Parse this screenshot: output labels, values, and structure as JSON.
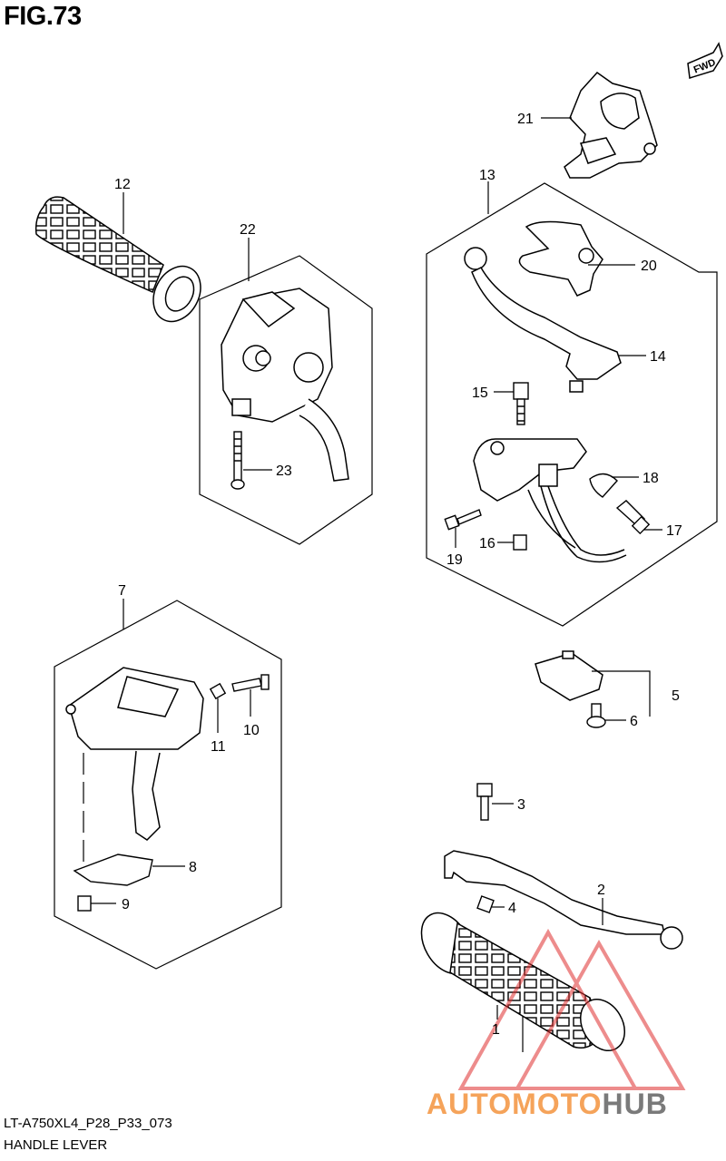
{
  "figure": {
    "title": "FIG.73",
    "code": "LT-A750XL4_P28_P33_073",
    "caption": "HANDLE LEVER",
    "fwd_label": "FWD"
  },
  "callouts": [
    {
      "id": "c21",
      "label": "21"
    },
    {
      "id": "c12",
      "label": "12"
    },
    {
      "id": "c13",
      "label": "13"
    },
    {
      "id": "c22",
      "label": "22"
    },
    {
      "id": "c20",
      "label": "20"
    },
    {
      "id": "c14",
      "label": "14"
    },
    {
      "id": "c15",
      "label": "15"
    },
    {
      "id": "c23",
      "label": "23"
    },
    {
      "id": "c18",
      "label": "18"
    },
    {
      "id": "c17",
      "label": "17"
    },
    {
      "id": "c16",
      "label": "16"
    },
    {
      "id": "c19",
      "label": "19"
    },
    {
      "id": "c7",
      "label": "7"
    },
    {
      "id": "c10",
      "label": "10"
    },
    {
      "id": "c11",
      "label": "11"
    },
    {
      "id": "c5",
      "label": "5"
    },
    {
      "id": "c6",
      "label": "6"
    },
    {
      "id": "c3",
      "label": "3"
    },
    {
      "id": "c8",
      "label": "8"
    },
    {
      "id": "c9",
      "label": "9"
    },
    {
      "id": "c2",
      "label": "2"
    },
    {
      "id": "c4",
      "label": "4"
    },
    {
      "id": "c1",
      "label": "1"
    }
  ],
  "watermark": {
    "text_part1": "AUTOMOTO",
    "text_part2": "HUB",
    "color_part1": "#f5a35a",
    "color_part2": "#7a7a7a",
    "triangle_color": "#e03030"
  }
}
